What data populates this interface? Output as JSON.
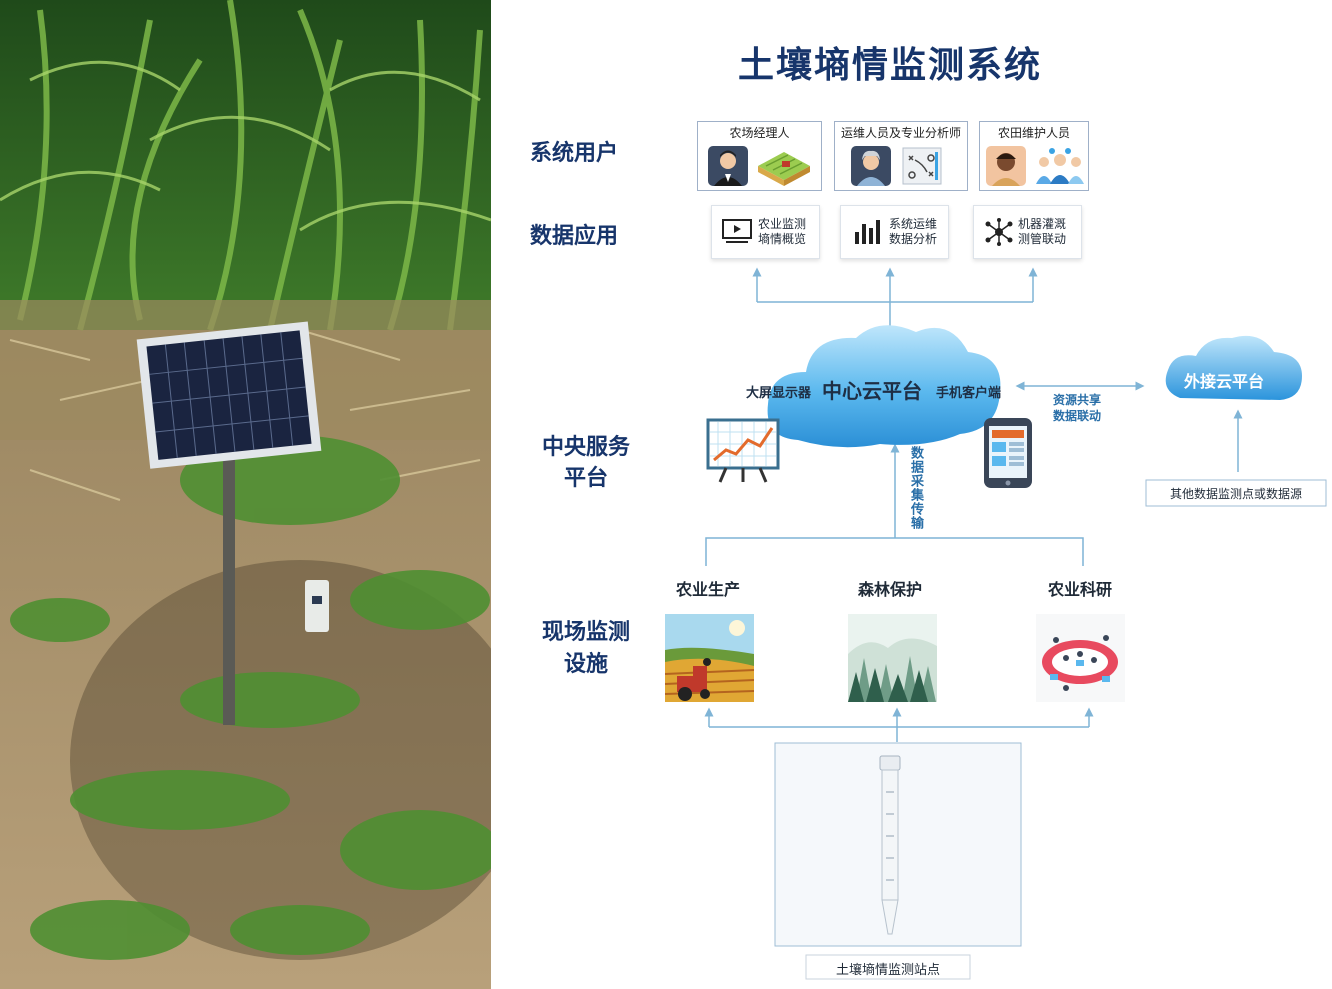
{
  "title": "土壤墒情监测系统",
  "sections": {
    "users": "系统用户",
    "apps": "数据应用",
    "central_line1": "中央服务",
    "central_line2": "平台",
    "field_line1": "现场监测",
    "field_line2": "设施"
  },
  "roles": [
    {
      "label": "农场经理人",
      "icons": [
        "manager-avatar-icon",
        "farm-field-icon"
      ]
    },
    {
      "label": "运维人员及专业分析师",
      "icons": [
        "analyst-avatar-icon",
        "strategy-board-icon"
      ]
    },
    {
      "label": "农田维护人员",
      "icons": [
        "worker-avatar-icon",
        "team-users-icon"
      ]
    }
  ],
  "apps": [
    {
      "line1": "农业监测",
      "line2": "墒情概览",
      "icon": "monitor-play-icon"
    },
    {
      "line1": "系统运维",
      "line2": "数据分析",
      "icon": "bar-chart-icon"
    },
    {
      "line1": "机器灌溉",
      "line2": "测管联动",
      "icon": "network-hub-icon"
    }
  ],
  "cloud": {
    "left": "大屏显示器",
    "center": "中心云平台",
    "right": "手机客户端"
  },
  "external": {
    "cloud": "外接云平台",
    "share_line1": "资源共享",
    "share_line2": "数据联动",
    "source": "其他数据监测点或数据源"
  },
  "transmission": "数据采集传输",
  "categories": [
    "农业生产",
    "森林保护",
    "农业科研"
  ],
  "station": "土壤墒情监测站点",
  "colors": {
    "navy": "#17356b",
    "cloud_blue": "#3aa3e3",
    "arrow": "#7fb4d6"
  }
}
